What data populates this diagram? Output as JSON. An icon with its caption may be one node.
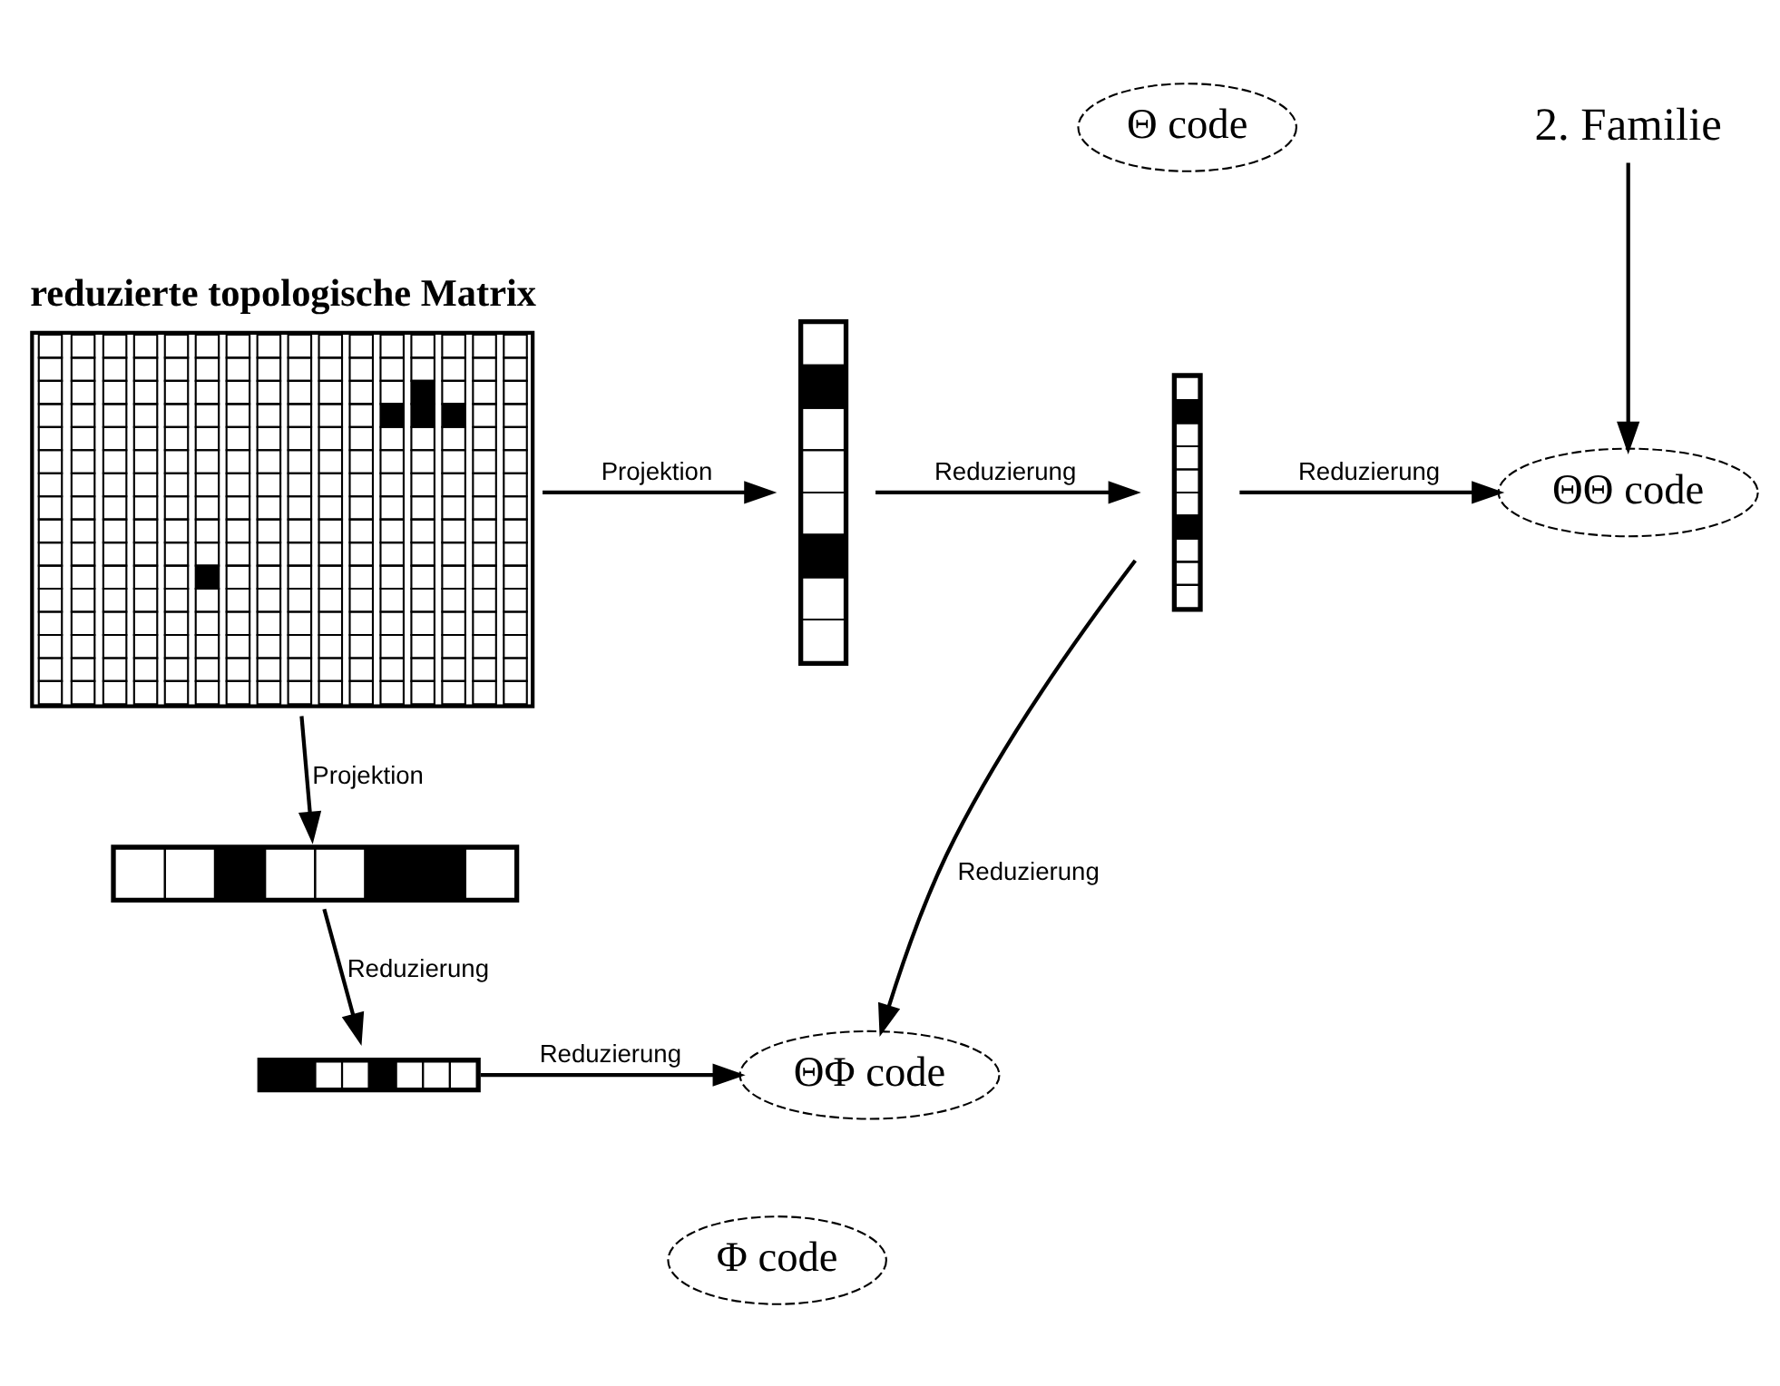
{
  "diagram": {
    "nodes": [
      {
        "text": [
          "reduzierte topologische Matrix"
        ]
      },
      {
        "text": [],
        "shape": "bar"
      },
      {
        "text": [
          "Θ code"
        ]
      },
      {
        "text": [],
        "shape": "bar"
      },
      {
        "text": [
          "2. Familie"
        ]
      },
      {
        "text": [
          "ΘΘ code"
        ]
      },
      {
        "text": [],
        "shape": "bar"
      },
      {
        "text": [],
        "shape": "bar"
      },
      {
        "text": [
          "Φ code"
        ]
      },
      {
        "text": [
          "ΘΦ code"
        ]
      }
    ],
    "edges": [
      {
        "from": 0,
        "to": 1,
        "arrow": "to",
        "label": "Projektion"
      },
      {
        "from": 1,
        "to": 3,
        "arrow": "to",
        "label": "Reduzierung"
      },
      {
        "from": 3,
        "to": 5,
        "arrow": "to",
        "label": "Reduzierung"
      },
      {
        "from": 4,
        "to": 5,
        "arrow": "to"
      },
      {
        "from": 3,
        "to": 9,
        "arrow": "to",
        "label": "Reduzierung"
      },
      {
        "from": 0,
        "to": 6,
        "arrow": "to",
        "label": "Projektion"
      },
      {
        "from": 6,
        "to": 7,
        "arrow": "to",
        "label": "Reduzierung"
      },
      {
        "from": 7,
        "to": 9,
        "arrow": "to",
        "label": "Reduzierung"
      }
    ]
  }
}
